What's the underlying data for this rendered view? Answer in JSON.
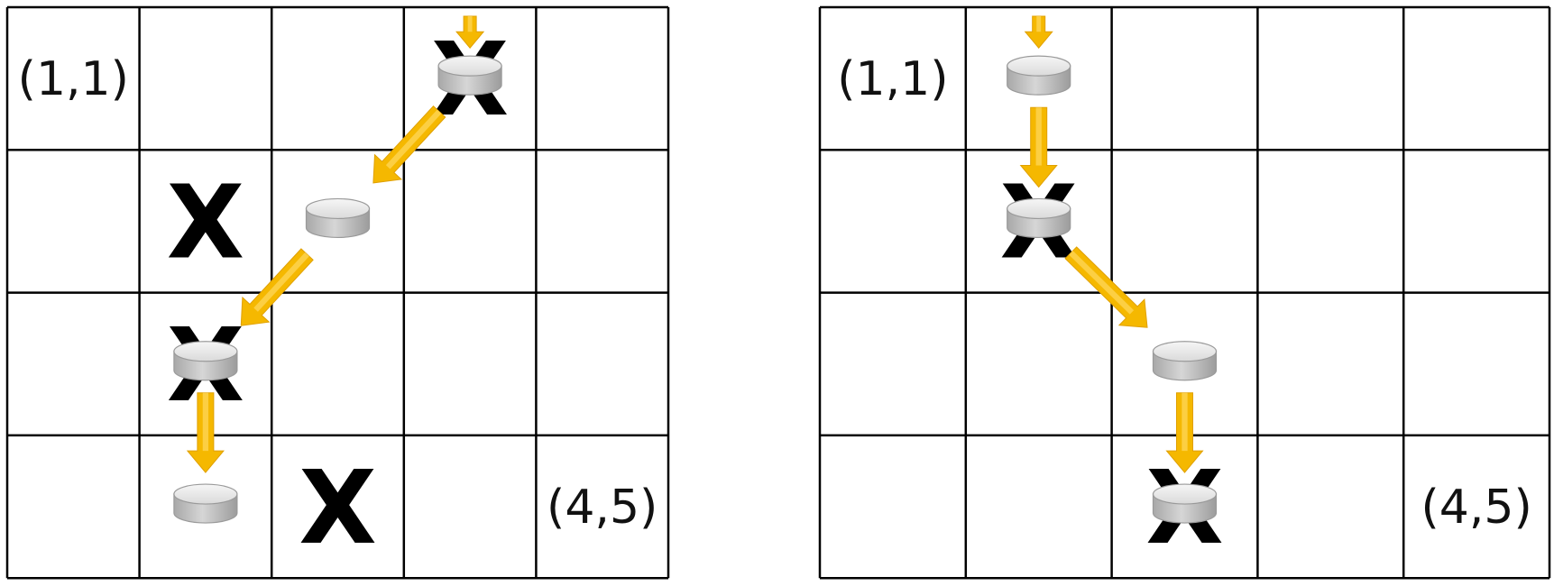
{
  "colors": {
    "grid_line": "#000000",
    "arrow_fill": "#F5B800",
    "arrow_light": "#FFD75A",
    "puck_top": "#EEEEEE",
    "puck_side": "#B8B8B8",
    "puck_edge": "#9A9A9A"
  },
  "icons": {
    "mark": "x-mark",
    "token": "cylinder-puck-icon",
    "move": "arrow-icon"
  },
  "grid": {
    "rows": 4,
    "cols": 5
  },
  "panels": [
    {
      "id": "left",
      "corner_labels": [
        {
          "row": 1,
          "col": 1,
          "text": "(1,1)"
        },
        {
          "row": 4,
          "col": 5,
          "text": "(4,5)"
        }
      ],
      "x_marks": [
        {
          "row": 1,
          "col": 4,
          "text": "X"
        },
        {
          "row": 2,
          "col": 2,
          "text": "X"
        },
        {
          "row": 3,
          "col": 2,
          "text": "X"
        },
        {
          "row": 4,
          "col": 3,
          "text": "X"
        }
      ],
      "pucks": [
        {
          "row": 1,
          "col": 4
        },
        {
          "row": 2,
          "col": 3
        },
        {
          "row": 3,
          "col": 2
        },
        {
          "row": 4,
          "col": 2
        }
      ],
      "path_moves": [
        {
          "from": [
            0,
            4
          ],
          "to": [
            1,
            4
          ]
        },
        {
          "from": [
            1,
            4
          ],
          "to": [
            2,
            3
          ]
        },
        {
          "from": [
            2,
            3
          ],
          "to": [
            3,
            2
          ]
        },
        {
          "from": [
            3,
            2
          ],
          "to": [
            4,
            2
          ]
        }
      ]
    },
    {
      "id": "right",
      "corner_labels": [
        {
          "row": 1,
          "col": 1,
          "text": "(1,1)"
        },
        {
          "row": 4,
          "col": 5,
          "text": "(4,5)"
        }
      ],
      "x_marks": [
        {
          "row": 2,
          "col": 2,
          "text": "X"
        },
        {
          "row": 4,
          "col": 3,
          "text": "X"
        }
      ],
      "pucks": [
        {
          "row": 1,
          "col": 2
        },
        {
          "row": 2,
          "col": 2
        },
        {
          "row": 3,
          "col": 3
        },
        {
          "row": 4,
          "col": 3
        }
      ],
      "path_moves": [
        {
          "from": [
            0,
            2
          ],
          "to": [
            1,
            2
          ]
        },
        {
          "from": [
            1,
            2
          ],
          "to": [
            2,
            2
          ]
        },
        {
          "from": [
            2,
            2
          ],
          "to": [
            3,
            3
          ]
        },
        {
          "from": [
            3,
            3
          ],
          "to": [
            4,
            3
          ]
        }
      ]
    }
  ]
}
